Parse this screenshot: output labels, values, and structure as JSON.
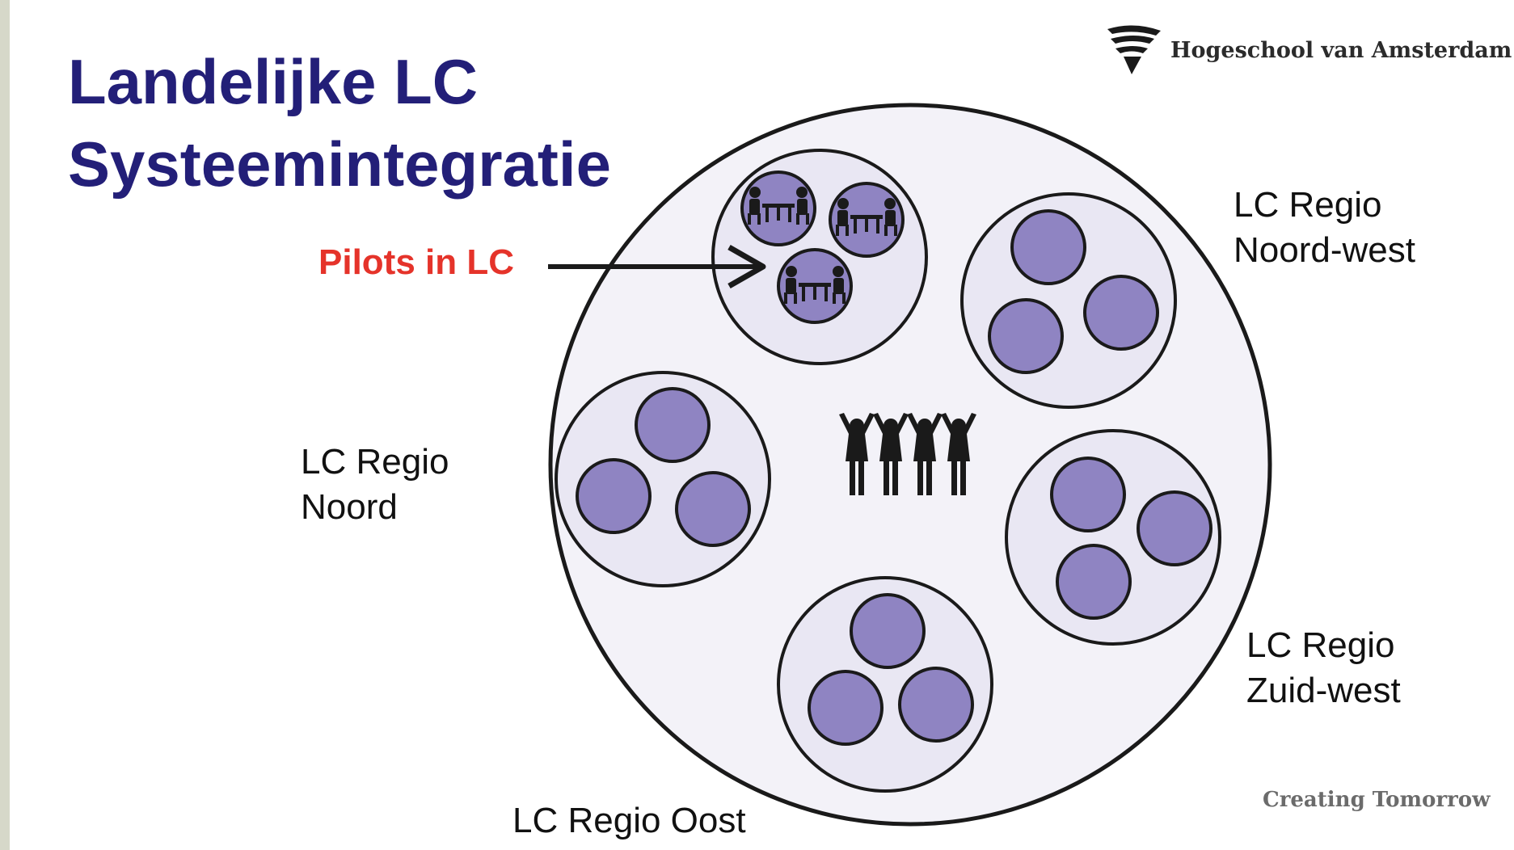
{
  "slide": {
    "title_line1": "Landelijke LC",
    "title_line2": "Systeemintegratie",
    "pilots_label": "Pilots in LC",
    "logo_text": "Hogeschool van Amsterdam",
    "tagline": "Creating Tomorrow"
  },
  "regions": {
    "noord_west": {
      "line1": "LC Regio",
      "line2": "Noord-west"
    },
    "noord": {
      "line1": "LC Regio",
      "line2": "Noord"
    },
    "zuid_west": {
      "line1": "LC Regio",
      "line2": "Zuid-west"
    },
    "oost": {
      "line1": "LC Regio Oost"
    }
  },
  "colors": {
    "title": "#231f78",
    "pilots": "#e5332a",
    "outer_fill": "#f3f2f8",
    "group_fill": "#e9e7f3",
    "bubble_fill": "#8f84c2",
    "stroke": "#1a1a1a"
  },
  "icons": {
    "logo": "hva-logo-icon",
    "meeting": "meeting-table-icon",
    "people": "people-holding-hands-icon",
    "arrow": "arrow-right-icon"
  }
}
